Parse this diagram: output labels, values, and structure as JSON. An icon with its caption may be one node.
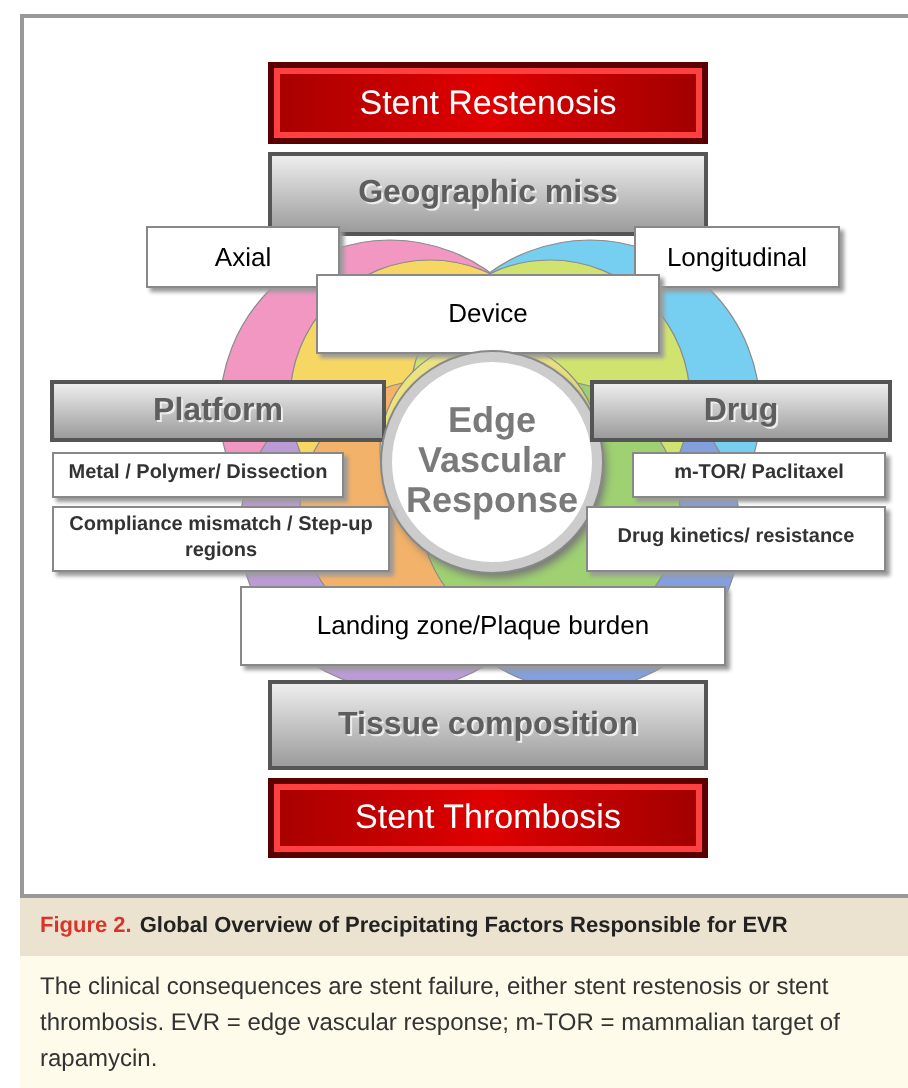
{
  "diagram": {
    "title": "Global Overview of Precipitating Factors Responsible for EVR",
    "caption": "The clinical consequences are stent failure, either stent restenosis or stent thrombosis. EVR = edge vascular response; m-TOR = mammalian target of rapamycin.",
    "labels": [
      "Figure 2."
    ],
    "nodes": [
      {
        "text": [
          "Stent Restenosis"
        ]
      },
      {
        "text": [
          "Geographic miss"
        ]
      },
      {
        "text": [
          "Axial"
        ]
      },
      {
        "text": [
          "Longitudinal"
        ]
      },
      {
        "text": [
          "Device"
        ]
      },
      {
        "text": [
          "Platform"
        ]
      },
      {
        "text": [
          "Edge Vascular Response"
        ]
      },
      {
        "text": [
          "Drug"
        ]
      },
      {
        "text": [
          "Metal / Polymer/ Dissection"
        ]
      },
      {
        "text": [
          "m-TOR/ Paclitaxel"
        ]
      },
      {
        "text": [
          "Compliance mismatch / Step-up regions"
        ]
      },
      {
        "text": [
          "Drug kinetics/ resistance"
        ]
      },
      {
        "text": [
          "Landing zone/Plaque burden"
        ]
      },
      {
        "text": [
          "Tissue composition"
        ]
      },
      {
        "text": [
          "Stent Thrombosis"
        ]
      }
    ]
  }
}
